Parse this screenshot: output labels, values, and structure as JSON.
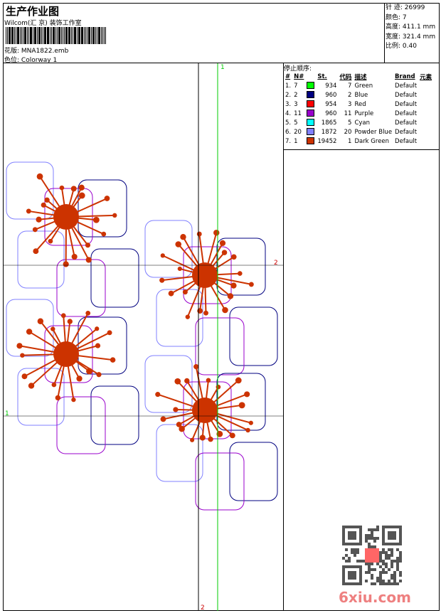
{
  "header": {
    "title": "生产作业图",
    "company": "Wilcom(汇 京) 装饰工作室",
    "pattern_label": "花版:",
    "pattern": "MNA1822.emb",
    "colorway_label": "色位:",
    "colorway": "Colorway 1"
  },
  "info": [
    {
      "label": "针 迹:",
      "value": "26999"
    },
    {
      "label": "颜色:",
      "value": "7"
    },
    {
      "label": "高度:",
      "value": "411.1 mm"
    },
    {
      "label": "宽度:",
      "value": "321.4 mm"
    },
    {
      "label": "比例:",
      "value": "0.40"
    }
  ],
  "stop_sequence": {
    "title": "停止顺序:",
    "headers": [
      "#",
      "N#",
      "",
      "St.",
      "代码",
      "描述",
      "Brand",
      "元素"
    ],
    "rows": [
      {
        "idx": "1.",
        "n": "7",
        "color": "#00ff00",
        "st": "934",
        "code": "7",
        "desc": "Green",
        "brand": "Default"
      },
      {
        "idx": "2.",
        "n": "2",
        "color": "#000080",
        "st": "960",
        "code": "2",
        "desc": "Blue",
        "brand": "Default"
      },
      {
        "idx": "3.",
        "n": "3",
        "color": "#ff0000",
        "st": "954",
        "code": "3",
        "desc": "Red",
        "brand": "Default"
      },
      {
        "idx": "4.",
        "n": "11",
        "color": "#9900cc",
        "st": "960",
        "code": "11",
        "desc": "Purple",
        "brand": "Default"
      },
      {
        "idx": "5.",
        "n": "5",
        "color": "#00ffff",
        "st": "1865",
        "code": "5",
        "desc": "Cyan",
        "brand": "Default"
      },
      {
        "idx": "6.",
        "n": "20",
        "color": "#8080ff",
        "st": "1872",
        "code": "20",
        "desc": "Powder Blue",
        "brand": "Default"
      },
      {
        "idx": "7.",
        "n": "1",
        "color": "#cc3300",
        "st": "19452",
        "code": "1",
        "desc": "Dark Green",
        "brand": "Default"
      }
    ]
  },
  "guides": {
    "top_label": "1",
    "bottom_label": "2",
    "right_label": "2",
    "left_label": "1"
  },
  "watermark": "6xiu.com",
  "colors": {
    "motif": "#cc3300",
    "powder": "#8080ff",
    "navy": "#000080",
    "purple": "#9900cc",
    "guide_green": "#00cc00",
    "guide_red": "#cc0000"
  }
}
